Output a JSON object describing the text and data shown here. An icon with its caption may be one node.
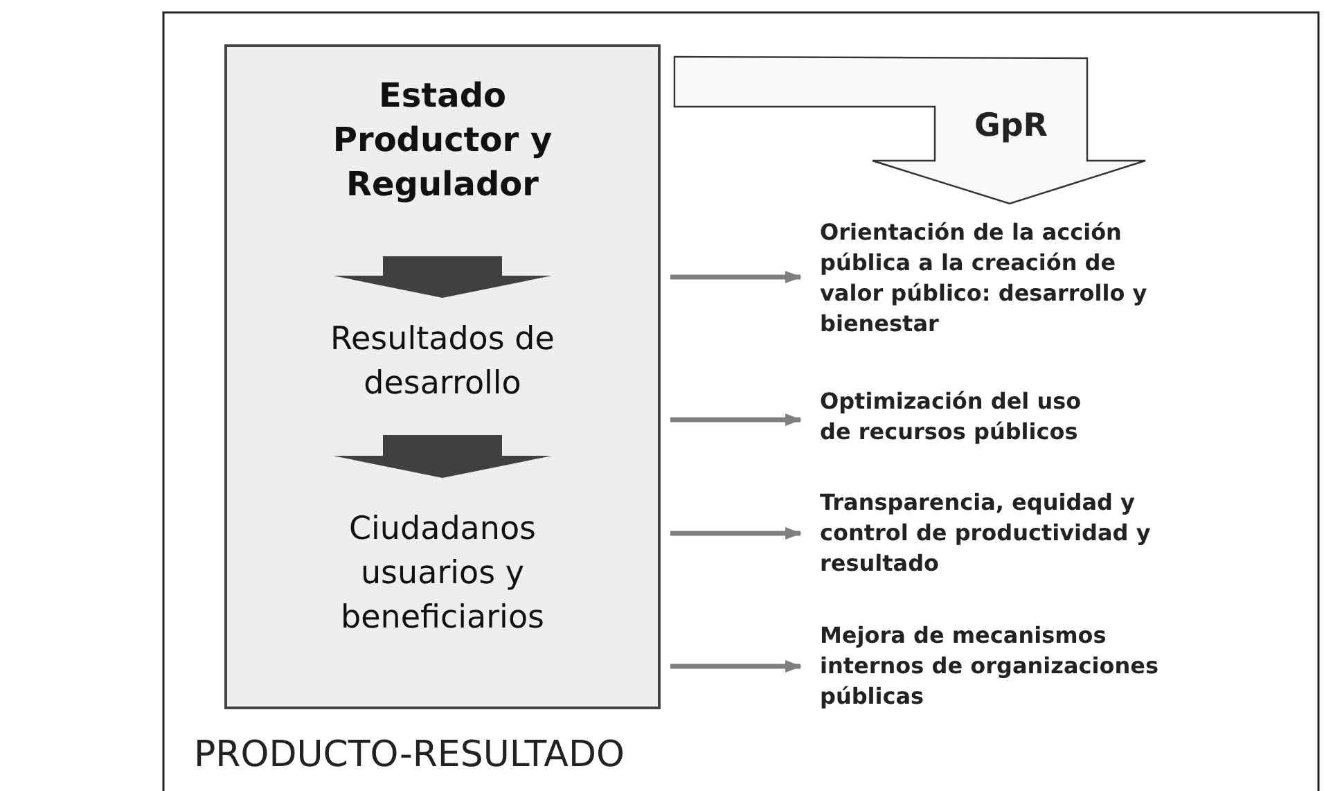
{
  "diagram": {
    "nodes": [
      {
        "text": [],
        "shape": "box",
        "beside": [
          "PRODUCTO-RESULTADO"
        ]
      },
      {
        "text": [
          "Estado Productor y Regulador"
        ],
        "in": 0
      },
      {
        "text": [
          "Resultados de desarrollo"
        ],
        "in": 0
      },
      {
        "text": [
          "Ciudadanos usuarios y beneficiarios"
        ],
        "in": 0
      },
      {
        "text": [
          "GpR"
        ]
      },
      {
        "text": [
          "Orientación de la acción pública a la creación de valor público: desarrollo y bienestar"
        ]
      },
      {
        "text": [
          "Optimización del uso de recursos públicos"
        ]
      },
      {
        "text": [
          "Transparencia, equidad y control de productividad y resultado"
        ]
      },
      {
        "text": [
          "Mejora de mecanismos internos de organizaciones públicas"
        ]
      }
    ],
    "edges": [
      {
        "from": 1,
        "to": 2,
        "arrow": "to",
        "style": "thick",
        "color": "#404040"
      },
      {
        "from": 2,
        "to": 3,
        "arrow": "to",
        "style": "thick",
        "color": "#404040"
      },
      {
        "from": 0,
        "to": 5,
        "arrow": "to"
      },
      {
        "from": 0,
        "to": 6,
        "arrow": "to"
      },
      {
        "from": 0,
        "to": 7,
        "arrow": "to"
      },
      {
        "from": 0,
        "to": 8,
        "arrow": "to"
      }
    ]
  }
}
